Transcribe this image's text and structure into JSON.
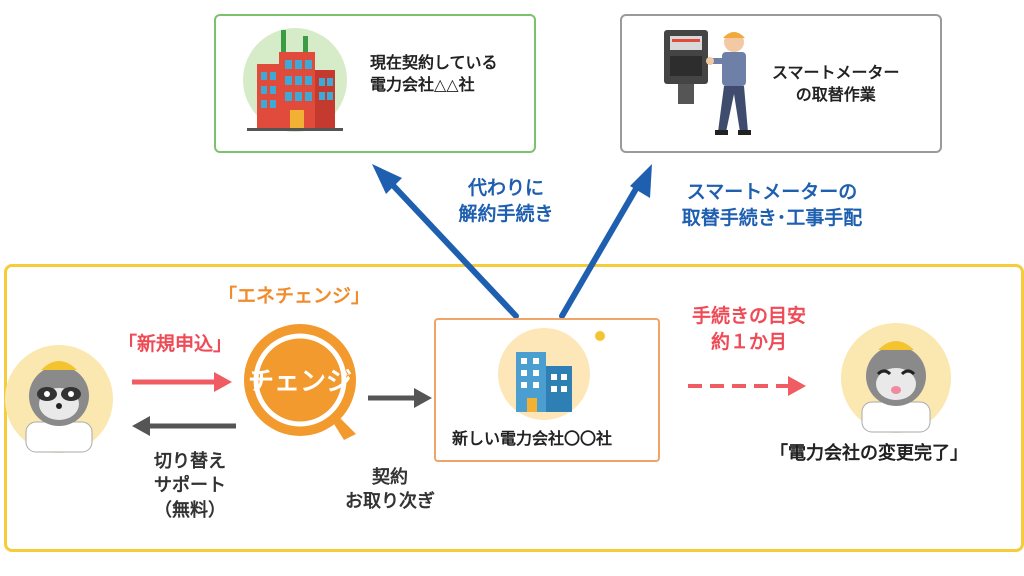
{
  "top": {
    "current_company": {
      "line1": "現在契約している",
      "line2": "電力会社△△社"
    },
    "smart_meter": {
      "line1": "スマートメーター",
      "line2": "の取替作業"
    }
  },
  "arrows": {
    "cancel": {
      "line1": "代わりに",
      "line2": "解約手続き"
    },
    "meter_procedure": {
      "line1": "スマートメーターの",
      "line2": "取替手続き･工事手配"
    }
  },
  "brand": {
    "label": "「エネチェンジ」",
    "logo_text": "チェンジ"
  },
  "left": {
    "new_application": "「新規申込」",
    "support": {
      "line1": "切り替え",
      "line2": "サポート",
      "line3": "（無料）"
    }
  },
  "contract": {
    "line1": "契約",
    "line2": "お取り次ぎ"
  },
  "new_company": {
    "label": "新しい電力会社〇〇社"
  },
  "timeline": {
    "line1": "手続きの目安",
    "line2": "約１か月"
  },
  "complete": {
    "label": "「電力会社の変更完了」"
  },
  "colors": {
    "green_border": "#7cc26b",
    "yellow_border": "#f5cc3a",
    "orange_border": "#f0a468",
    "blue_text": "#1f5fb0",
    "red_text": "#ef4b57",
    "orange_text": "#f08c2c"
  }
}
